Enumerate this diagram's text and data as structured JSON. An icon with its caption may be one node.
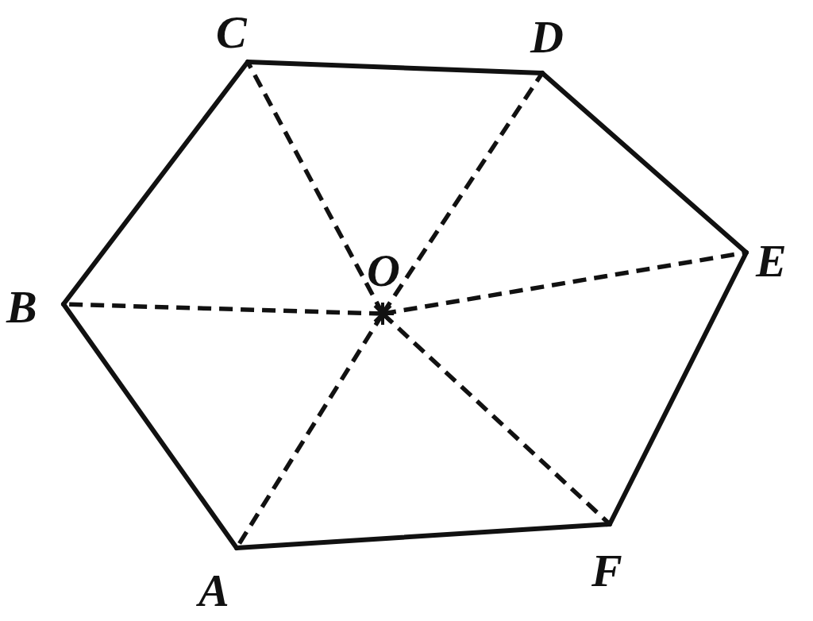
{
  "diagram": {
    "nodes": [
      {
        "text": [
          "C"
        ]
      },
      {
        "text": [
          "D"
        ]
      },
      {
        "text": [
          "O"
        ]
      },
      {
        "text": [
          "E"
        ]
      },
      {
        "text": [
          "B"
        ]
      },
      {
        "text": [
          "F"
        ]
      },
      {
        "text": [
          "A"
        ]
      }
    ],
    "edges": [
      {
        "from": 6,
        "to": 4,
        "arrow": "none"
      },
      {
        "from": 4,
        "to": 0,
        "arrow": "none"
      },
      {
        "from": 0,
        "to": 1,
        "arrow": "none"
      },
      {
        "from": 1,
        "to": 3,
        "arrow": "none"
      },
      {
        "from": 3,
        "to": 5,
        "arrow": "none"
      },
      {
        "from": 5,
        "to": 6,
        "arrow": "none"
      },
      {
        "from": 2,
        "to": 0,
        "arrow": "none",
        "style": "dashed"
      },
      {
        "from": 2,
        "to": 1,
        "arrow": "none",
        "style": "dashed"
      },
      {
        "from": 2,
        "to": 3,
        "arrow": "none",
        "style": "dashed"
      },
      {
        "from": 2,
        "to": 4,
        "arrow": "none",
        "style": "dashed"
      },
      {
        "from": 2,
        "to": 6,
        "arrow": "none",
        "style": "dashed"
      },
      {
        "from": 2,
        "to": 5,
        "arrow": "none",
        "style": "dashed"
      }
    ]
  }
}
